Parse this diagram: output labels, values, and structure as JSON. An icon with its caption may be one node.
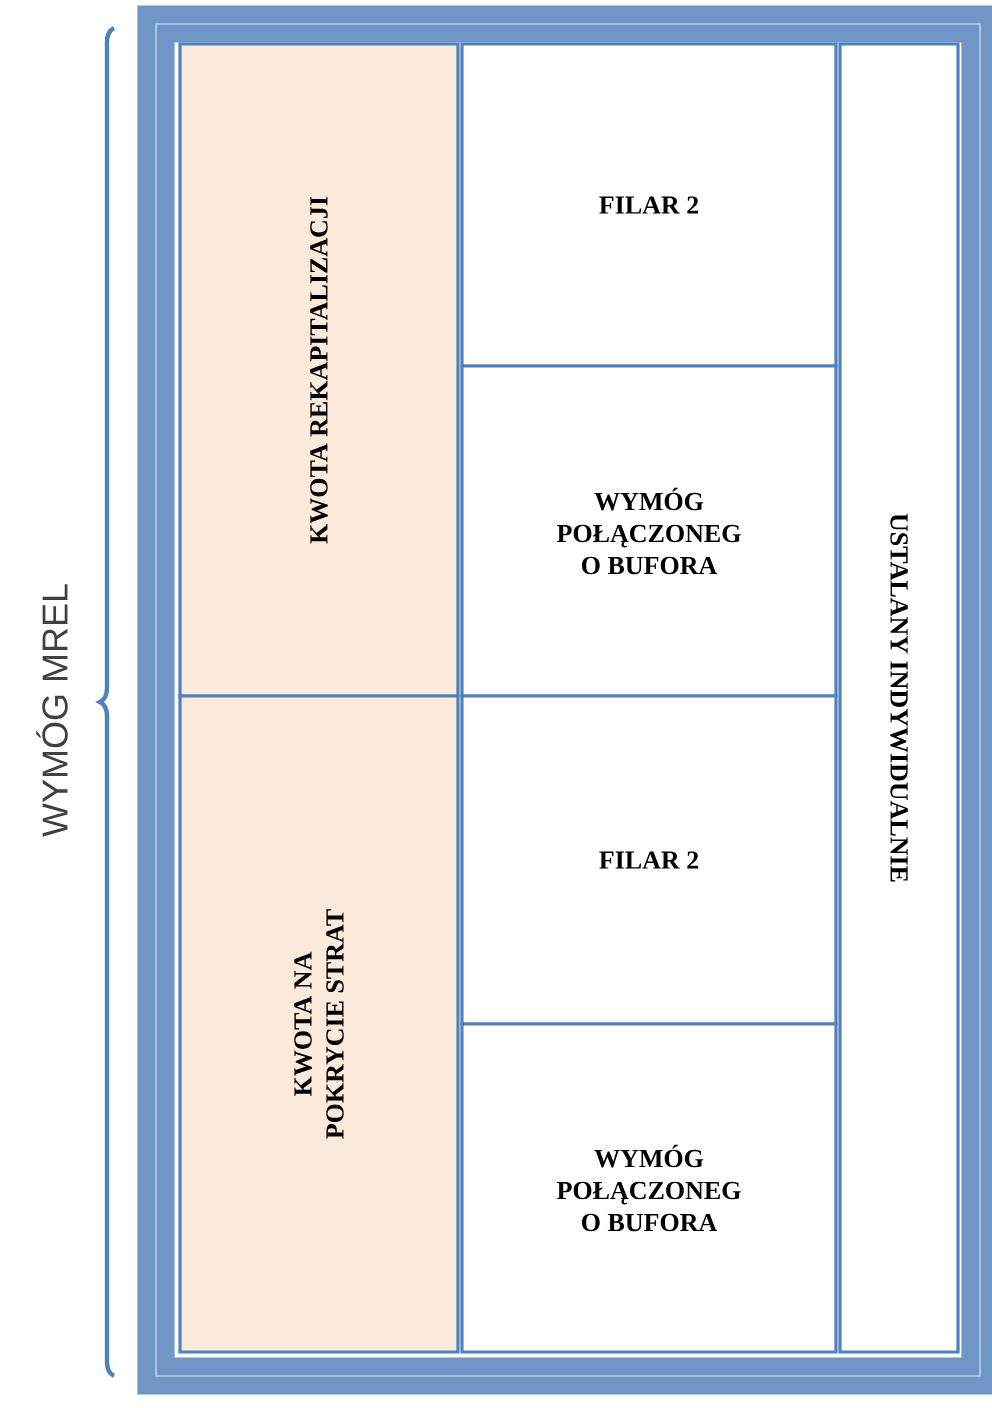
{
  "diagram": {
    "nodes": [
      {
        "text": [],
        "shape": "box"
      },
      {
        "text": [
          "KWOTA REKAPITALIZACJI"
        ],
        "in": 0
      },
      {
        "text": [
          "FILAR 2"
        ],
        "in": 0
      },
      {
        "text": [
          "WYMÓG POŁĄCZONEG O BUFORA"
        ],
        "in": 0
      },
      {
        "text": [
          "KWOTA NA POKRYCIE STRAT"
        ],
        "in": 0
      },
      {
        "text": [
          "FILAR 2"
        ],
        "in": 0
      },
      {
        "text": [
          "WYMÓG POŁĄCZONEG O BUFORA"
        ],
        "in": 0
      },
      {
        "text": [
          "USTALANY INDYWIDUALNIE"
        ],
        "in": 0
      }
    ],
    "edges": [],
    "labels": [
      "WYMÓG MREL"
    ]
  }
}
